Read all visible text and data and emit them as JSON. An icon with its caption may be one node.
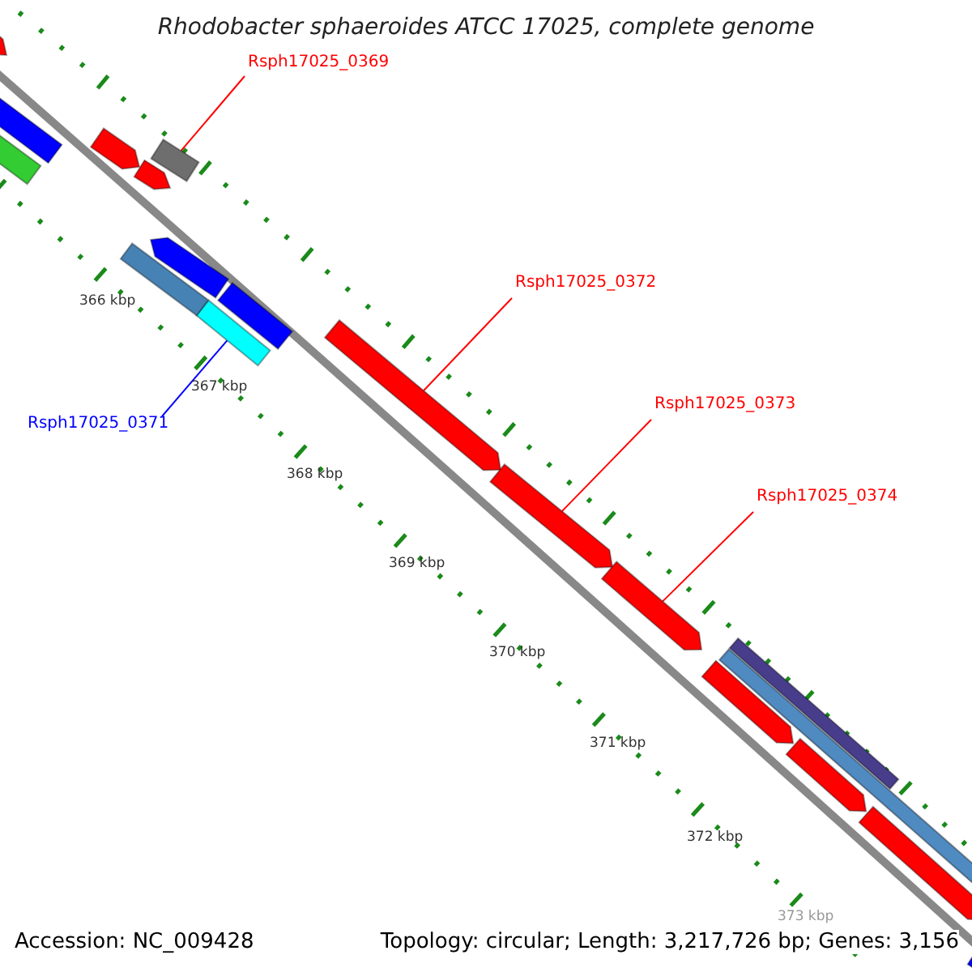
{
  "diagram": {
    "title": "Rhodobacter sphaeroides ATCC 17025, complete genome",
    "nodes": [
      {
        "text": [
          "Rsph17025_0369"
        ]
      },
      {
        "text": [],
        "shape": "bar"
      },
      {
        "text": [
          "Rsph17025_0371"
        ]
      },
      {
        "text": [],
        "shape": "bar"
      },
      {
        "text": [
          "Rsph17025_0372"
        ]
      },
      {
        "text": [],
        "shape": "arrow"
      },
      {
        "text": [
          "Rsph17025_0373"
        ]
      },
      {
        "text": [],
        "shape": "arrow"
      },
      {
        "text": [
          "Rsph17025_0374"
        ]
      },
      {
        "text": [],
        "shape": "arrow"
      },
      {
        "text": [],
        "shape": "arrow"
      },
      {
        "text": [],
        "shape": "bar"
      },
      {
        "text": [],
        "shape": "bar"
      },
      {
        "text": [],
        "shape": "arrow"
      },
      {
        "text": [],
        "shape": "arrow"
      },
      {
        "text": [],
        "shape": "bar"
      },
      {
        "text": [],
        "shape": "arrow"
      },
      {
        "text": [],
        "shape": "bar"
      },
      {
        "text": [],
        "shape": "bar"
      },
      {
        "text": [],
        "shape": "arrow"
      },
      {
        "text": [],
        "shape": "arrow"
      },
      {
        "text": [],
        "shape": "arrow"
      },
      {
        "text": [],
        "shape": "bar"
      },
      {
        "text": [],
        "shape": "bar"
      }
    ],
    "edges": [
      {
        "from": 0,
        "to": 1,
        "arrow": "none",
        "color": "#ff0000"
      },
      {
        "from": 2,
        "to": 3,
        "arrow": "none",
        "color": "#0000ff"
      },
      {
        "from": 4,
        "to": 5,
        "arrow": "none",
        "color": "#ff0000"
      },
      {
        "from": 6,
        "to": 7,
        "arrow": "none",
        "color": "#ff0000"
      },
      {
        "from": 8,
        "to": 9,
        "arrow": "none",
        "color": "#ff0000"
      }
    ],
    "labels": [
      "366 kbp",
      "367 kbp",
      "368 kbp",
      "369 kbp",
      "370 kbp",
      "371 kbp",
      "372 kbp",
      "373 kbp",
      "Accession: NC_009428",
      "Topology: circular; Length: 3,217,726 bp; Genes: 3,156"
    ]
  }
}
